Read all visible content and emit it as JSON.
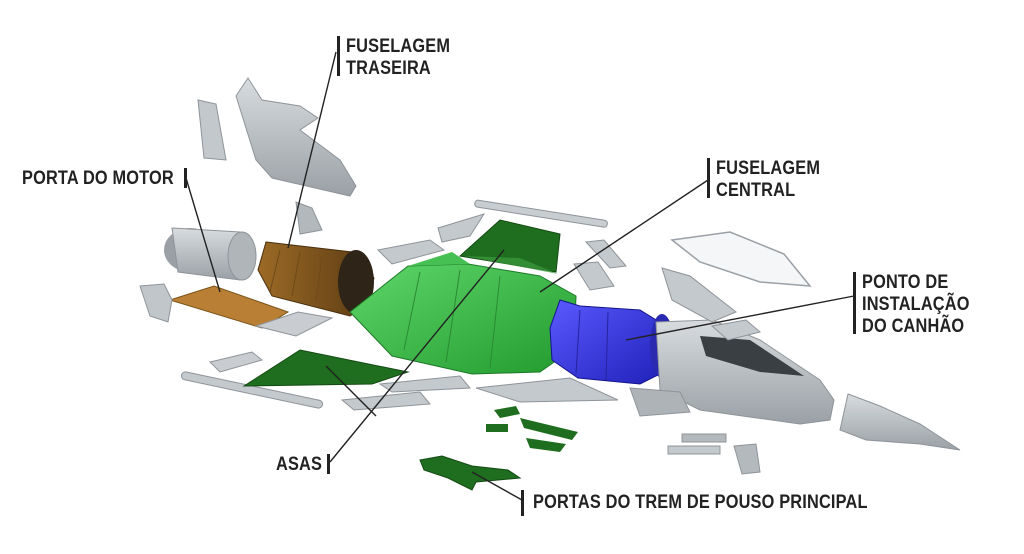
{
  "labels": {
    "fuselagem_traseira": [
      "FUSELAGEM",
      "TRASEIRA"
    ],
    "porta_do_motor": [
      "PORTA DO MOTOR"
    ],
    "fuselagem_central": [
      "FUSELAGEM",
      "CENTRAL"
    ],
    "ponto_instalacao_canhao": [
      "PONTO DE",
      "INSTALAÇÃO",
      "DO CANHÃO"
    ],
    "asas": [
      "ASAS"
    ],
    "portas_trem_pouso": [
      "PORTAS DO TREM DE POUSO PRINCIPAL"
    ]
  },
  "colors": {
    "rear_fuselage": "#8a5a1e",
    "engine_door": "#b07a2e",
    "central_fuselage": "#3ec24a",
    "wings": "#1f6e1f",
    "gun_mount": "#3b3be8",
    "structure_gray": "#b9bec2",
    "label_text": "#222222"
  }
}
